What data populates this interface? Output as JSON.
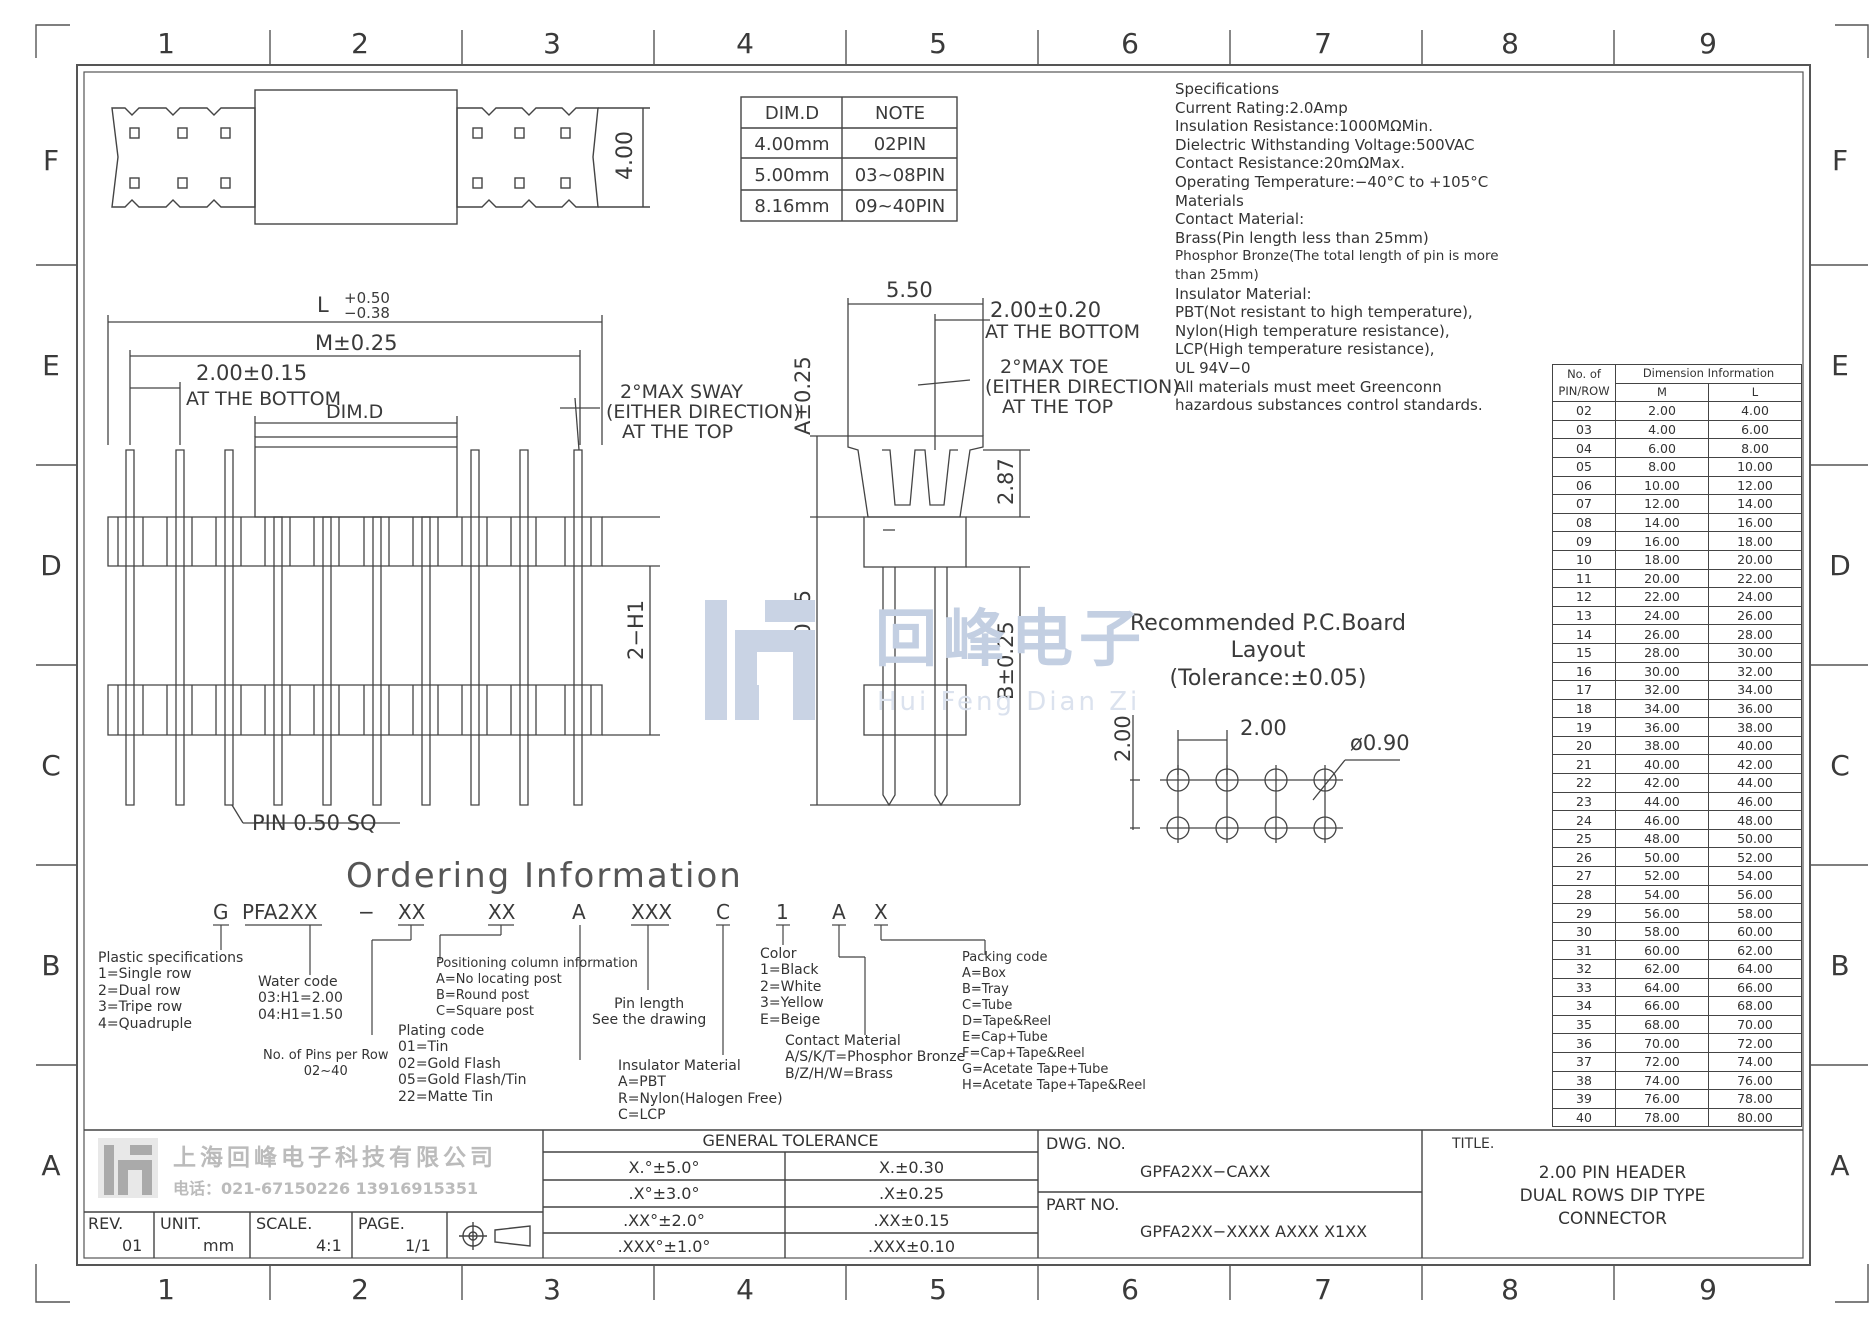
{
  "border": {
    "cols": [
      "1",
      "2",
      "3",
      "4",
      "5",
      "6",
      "7",
      "8",
      "9"
    ],
    "rows": [
      "F",
      "E",
      "D",
      "C",
      "B",
      "A"
    ]
  },
  "note_table": {
    "headers": [
      "DIM.D",
      "NOTE"
    ],
    "rows": [
      [
        "4.00mm",
        "02PIN"
      ],
      [
        "5.00mm",
        "03~08PIN"
      ],
      [
        "8.16mm",
        "09~40PIN"
      ]
    ]
  },
  "specifications": [
    "Specifications",
    "Current Rating:2.0Amp",
    "Insulation Resistance:1000MΩMin.",
    "Dielectric Withstanding Voltage:500VAC",
    "Contact Resistance:20mΩMax.",
    "Operating Temperature:−40°C to +105°C",
    "Materials",
    "Contact Material:",
    "Brass(Pin length less than 25mm)",
    "Phosphor Bronze(The total length of pin is more",
    "than 25mm)",
    "Insulator Material:",
    "PBT(Not resistant to high temperature),",
    "Nylon(High temperature resistance),",
    "LCP(High temperature resistance),",
    "UL 94V−0",
    "All materials must meet Greenconn",
    "hazardous substances control standards."
  ],
  "dimension_table": {
    "header_left_1": "No. of",
    "header_left_2": "PIN/ROW",
    "header_group": "Dimension Information",
    "col_m": "M",
    "col_l": "L",
    "rows": [
      [
        "02",
        "2.00",
        "4.00"
      ],
      [
        "03",
        "4.00",
        "6.00"
      ],
      [
        "04",
        "6.00",
        "8.00"
      ],
      [
        "05",
        "8.00",
        "10.00"
      ],
      [
        "06",
        "10.00",
        "12.00"
      ],
      [
        "07",
        "12.00",
        "14.00"
      ],
      [
        "08",
        "14.00",
        "16.00"
      ],
      [
        "09",
        "16.00",
        "18.00"
      ],
      [
        "10",
        "18.00",
        "20.00"
      ],
      [
        "11",
        "20.00",
        "22.00"
      ],
      [
        "12",
        "22.00",
        "24.00"
      ],
      [
        "13",
        "24.00",
        "26.00"
      ],
      [
        "14",
        "26.00",
        "28.00"
      ],
      [
        "15",
        "28.00",
        "30.00"
      ],
      [
        "16",
        "30.00",
        "32.00"
      ],
      [
        "17",
        "32.00",
        "34.00"
      ],
      [
        "18",
        "34.00",
        "36.00"
      ],
      [
        "19",
        "36.00",
        "38.00"
      ],
      [
        "20",
        "38.00",
        "40.00"
      ],
      [
        "21",
        "40.00",
        "42.00"
      ],
      [
        "22",
        "42.00",
        "44.00"
      ],
      [
        "23",
        "44.00",
        "46.00"
      ],
      [
        "24",
        "46.00",
        "48.00"
      ],
      [
        "25",
        "48.00",
        "50.00"
      ],
      [
        "26",
        "50.00",
        "52.00"
      ],
      [
        "27",
        "52.00",
        "54.00"
      ],
      [
        "28",
        "54.00",
        "56.00"
      ],
      [
        "29",
        "56.00",
        "58.00"
      ],
      [
        "30",
        "58.00",
        "60.00"
      ],
      [
        "31",
        "60.00",
        "62.00"
      ],
      [
        "32",
        "62.00",
        "64.00"
      ],
      [
        "33",
        "64.00",
        "66.00"
      ],
      [
        "34",
        "66.00",
        "68.00"
      ],
      [
        "35",
        "68.00",
        "70.00"
      ],
      [
        "36",
        "70.00",
        "72.00"
      ],
      [
        "37",
        "72.00",
        "74.00"
      ],
      [
        "38",
        "74.00",
        "76.00"
      ],
      [
        "39",
        "76.00",
        "78.00"
      ],
      [
        "40",
        "78.00",
        "80.00"
      ]
    ]
  },
  "drawing_labels": {
    "top_height": "4.00",
    "L": "L",
    "L_tol_plus": "+0.50",
    "L_tol_minus": "−0.38",
    "M": "M±0.25",
    "pitch": "2.00±0.15",
    "at_bottom": "AT THE BOTTOM",
    "dimd": "DIM.D",
    "sway_1": "2°MAX SWAY",
    "sway_2": "(EITHER DIRECTION)",
    "sway_3": "AT THE TOP",
    "h1": "2−H1",
    "pin_sq": "PIN 0.50 SQ",
    "side_550": "5.50",
    "side_pitch": "2.00±0.20",
    "side_at_bottom": "AT THE BOTTOM",
    "toe_1": "2°MAX TOE",
    "toe_2": "(EITHER DIRECTION)",
    "toe_3": "AT THE TOP",
    "a_dim": "A±0.25",
    "dim_287": "2.87",
    "h_dim": "H±0.25",
    "b_dim": "B±0.25",
    "pcb_1": "Recommended P.C.Board",
    "pcb_2": "Layout",
    "pcb_3": "(Tolerance:±0.05)",
    "pcb_v": "2.00",
    "pcb_h": "2.00",
    "pcb_dia": "ø0.90"
  },
  "watermark": {
    "cn": "回峰电子",
    "pinyin": "Hui Feng Dian Zi"
  },
  "ordering": {
    "title": "Ordering Information",
    "code": [
      "G",
      "PFA2XX",
      "−",
      "XX",
      "XX",
      "A",
      "XXX",
      "C",
      "1",
      "A",
      "X"
    ],
    "plastic": [
      "Plastic specifications",
      "1=Single row",
      "2=Dual row",
      "3=Tripe row",
      "4=Quadruple"
    ],
    "water": [
      "Water code",
      "03:H1=2.00",
      "04:H1=1.50"
    ],
    "pins": [
      "No. of Pins per Row",
      "02~40"
    ],
    "plating": [
      "Plating code",
      "01=Tin",
      "02=Gold Flash",
      "05=Gold Flash/Tin",
      "22=Matte Tin"
    ],
    "positioning": [
      "Positioning column information",
      "A=No locating post",
      "B=Round post",
      "C=Square post"
    ],
    "pinlength": [
      "Pin length",
      "See the drawing"
    ],
    "insulator": [
      "Insulator Material",
      "A=PBT",
      "R=Nylon(Halogen Free)",
      "C=LCP"
    ],
    "color": [
      "Color",
      "1=Black",
      "2=White",
      "3=Yellow",
      "E=Beige"
    ],
    "contact": [
      "Contact Material",
      "A/S/K/T=Phosphor Bronze",
      "B/Z/H/W=Brass"
    ],
    "packing": [
      "Packing code",
      "A=Box",
      "B=Tray",
      "C=Tube",
      "D=Tape&Reel",
      "E=Cap+Tube",
      "F=Cap+Tape&Reel",
      "G=Acetate Tape+Tube",
      "H=Acetate Tape+Tape&Reel"
    ]
  },
  "title_block": {
    "company": "上海回峰电子科技有限公司",
    "phone": "电话：021-67150226  13916915351",
    "rev_label": "REV.",
    "rev_value": "01",
    "unit_label": "UNIT.",
    "unit_value": "mm",
    "scale_label": "SCALE.",
    "scale_value": "4:1",
    "page_label": "PAGE.",
    "page_value": "1/1",
    "tol_title": "GENERAL TOLERANCE",
    "tol": [
      [
        "X.°±5.0°",
        "X.±0.30"
      ],
      [
        ".X°±3.0°",
        ".X±0.25"
      ],
      [
        ".XX°±2.0°",
        ".XX±0.15"
      ],
      [
        ".XXX°±1.0°",
        ".XXX±0.10"
      ]
    ],
    "dwg_label": "DWG. NO.",
    "dwg_value": "GPFA2XX−CAXX",
    "part_label": "PART NO.",
    "part_value": "GPFA2XX−XXXX AXXX X1XX",
    "title_label": "TITLE.",
    "title_1": "2.00 PIN HEADER",
    "title_2": "DUAL ROWS DIP TYPE",
    "title_3": "CONNECTOR"
  }
}
